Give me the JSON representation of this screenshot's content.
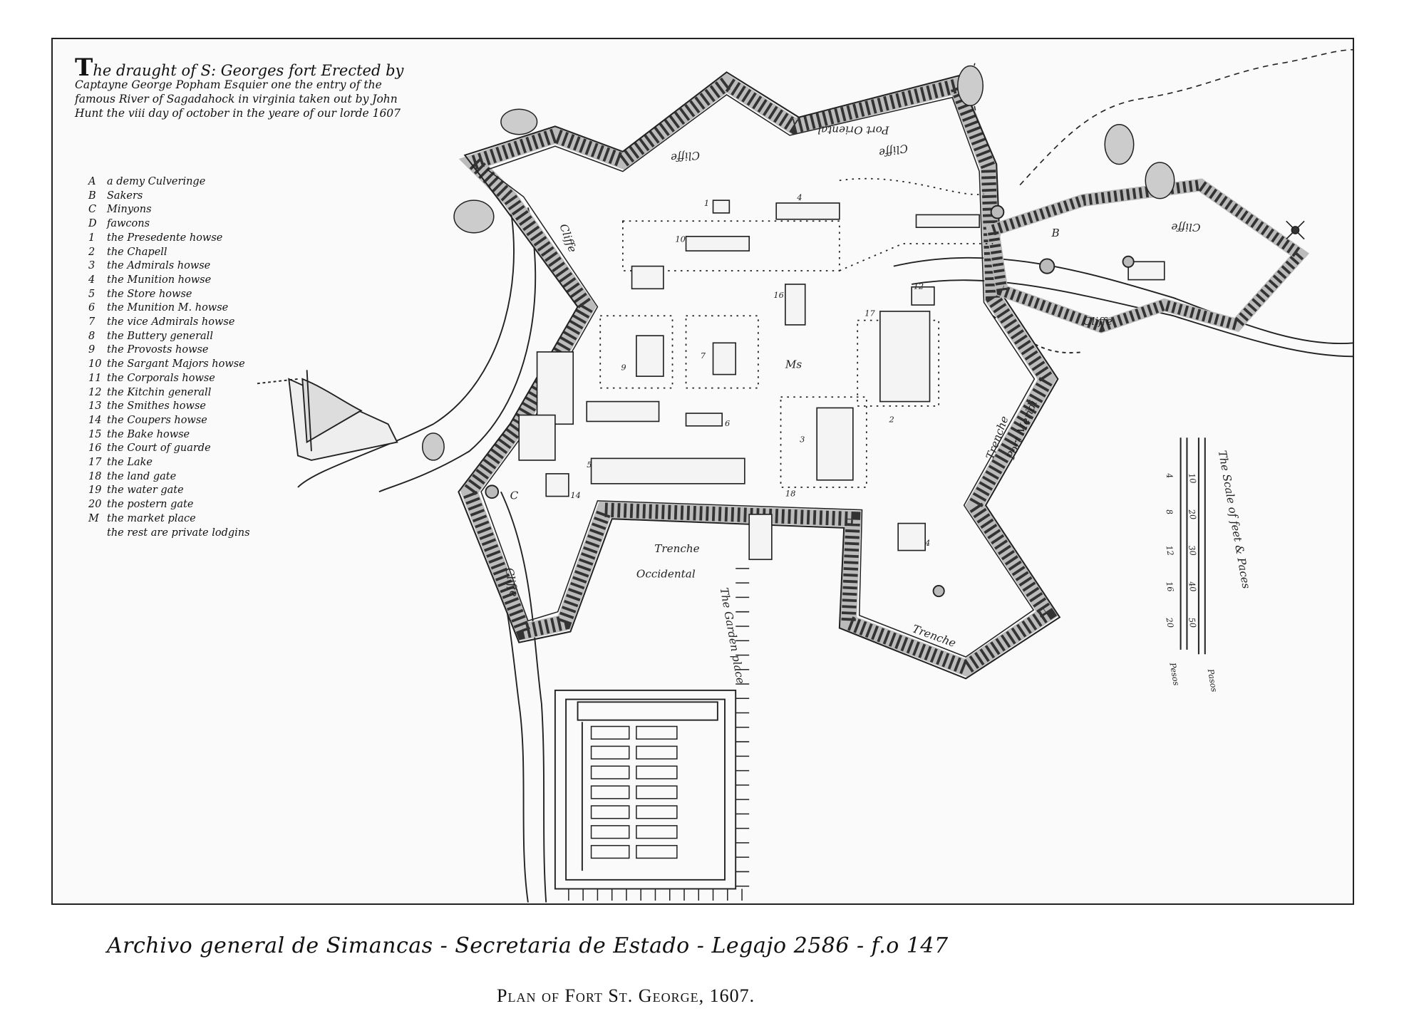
{
  "title": {
    "lines": [
      "he draught of S: Georges fort Erected by",
      "Captayne George Popham Esquier one the entry of the",
      "famous River of Sagadahock in virginia taken out by John",
      "Hunt the viii day of october in the yeare of our lorde 1607"
    ],
    "initial": "T"
  },
  "legend": [
    {
      "key": "A",
      "text": "a demy Culveringe"
    },
    {
      "key": "B",
      "text": "Sakers"
    },
    {
      "key": "C",
      "text": "Minyons"
    },
    {
      "key": "D",
      "text": "fawcons"
    },
    {
      "key": "1",
      "text": "the Presedente howse"
    },
    {
      "key": "2",
      "text": "the Chapell"
    },
    {
      "key": "3",
      "text": "the Admirals howse"
    },
    {
      "key": "4",
      "text": "the Munition howse"
    },
    {
      "key": "5",
      "text": "the Store howse"
    },
    {
      "key": "6",
      "text": "the Munition M. howse"
    },
    {
      "key": "7",
      "text": "the vice Admirals howse"
    },
    {
      "key": "8",
      "text": "the Buttery generall"
    },
    {
      "key": "9",
      "text": "the Provosts howse"
    },
    {
      "key": "10",
      "text": "the Sargant Majors howse"
    },
    {
      "key": "11",
      "text": "the Corporals howse"
    },
    {
      "key": "12",
      "text": "the Kitchin generall"
    },
    {
      "key": "13",
      "text": "the Smithes howse"
    },
    {
      "key": "14",
      "text": "the Coupers howse"
    },
    {
      "key": "15",
      "text": "the Bake howse"
    },
    {
      "key": "16",
      "text": "the Court of guarde"
    },
    {
      "key": "17",
      "text": "the Lake"
    },
    {
      "key": "18",
      "text": "the land gate"
    },
    {
      "key": "19",
      "text": "the water gate"
    },
    {
      "key": "20",
      "text": "the postern gate"
    },
    {
      "key": "M",
      "text": "the market place"
    },
    {
      "key": "",
      "text": "the rest are private lodgins"
    }
  ],
  "map_labels": {
    "port_oriental": "Port Oriental",
    "cliffe": "Cliffe",
    "trenche": "Trenche",
    "occidental": "Occidental",
    "garden": "The Garden place",
    "port_meridi": "Port Meridi",
    "market": "Ms",
    "b": "B",
    "c": "C"
  },
  "scale": {
    "title": "The Scale of feet & Paces",
    "feet_ticks": [
      "4",
      "8",
      "12",
      "16",
      "20"
    ],
    "pace_ticks": [
      "10",
      "20",
      "30",
      "40",
      "50"
    ],
    "feet_label": "Pesos",
    "pace_label": "Pasos"
  },
  "archive_note": "Archivo general de Simancas - Secretaria de Estado - Legajo 2586 - f.o 147",
  "caption": "Plan of Fort St. George, 1607."
}
